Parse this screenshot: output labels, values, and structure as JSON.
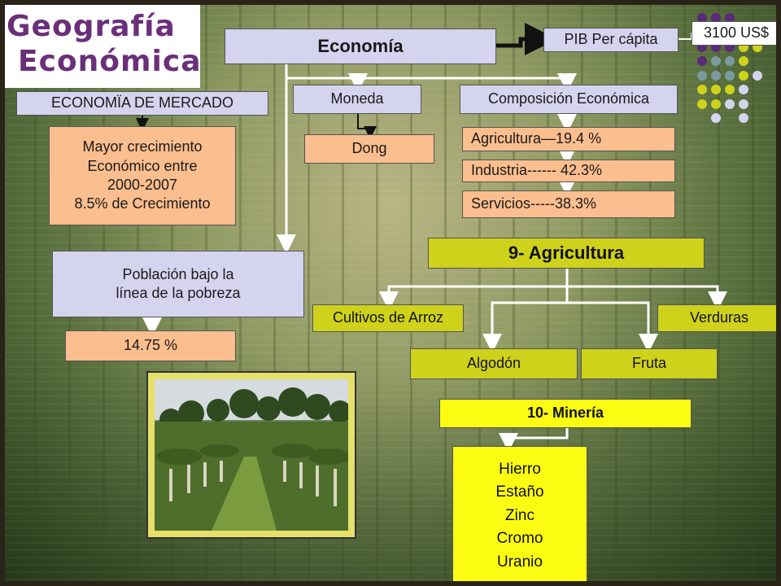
{
  "title": {
    "line1": "Geografía",
    "line2": "Económica"
  },
  "economia": "Economía",
  "pib_label": "PIB Per cápita",
  "pib_value": "3100 US$",
  "economia_mercado": "ECONOMÏA DE MERCADO",
  "crecimiento": [
    "Mayor crecimiento",
    "Económico entre",
    "2000-2007",
    "8.5% de Crecimiento"
  ],
  "moneda": "Moneda",
  "dong": "Dong",
  "composicion": "Composición Económica",
  "agricultura_pct": "Agricultura—19.4 %",
  "industria_pct": "Industria------ 42.3%",
  "servicios_pct": "Servicios-----38.3%",
  "pobreza": [
    "Población bajo la",
    "línea de la pobreza"
  ],
  "pobreza_value": "14.75 %",
  "agricultura_header": "9- Agricultura",
  "cultivos": [
    "Cultivos de Arroz",
    "Verduras",
    "Algodón",
    "Fruta"
  ],
  "mineria_header": "10- Minería",
  "minerales": [
    "Hierro",
    "Estaño",
    "Zinc",
    "Cromo",
    "Uranio"
  ],
  "colors": {
    "title": "#6b2f7a",
    "lavender": "#d4d4ef",
    "peach": "#fbbe8e",
    "lime": "#cfd21a",
    "yellow": "#fcfc12"
  }
}
